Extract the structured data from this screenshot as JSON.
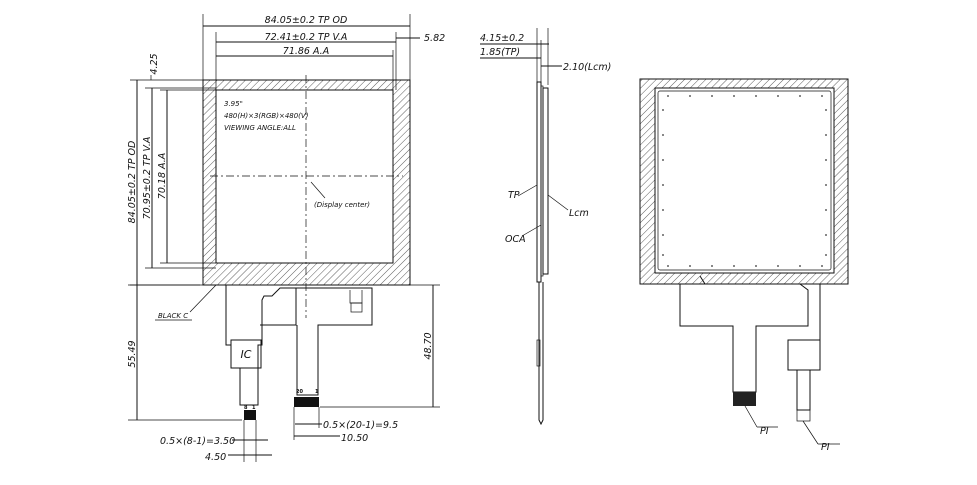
{
  "front_view": {
    "dim_width_od": "84.05±0.2 TP OD",
    "dim_width_va": "72.41±0.2 TP V.A",
    "dim_width_aa": "71.86 A.A",
    "dim_top_margin": "4.25",
    "dim_right_margin": "5.82",
    "dim_height_od": "84.05±0.2 TP OD",
    "dim_height_va": "70.95±0.2 TP V.A",
    "dim_height_aa": "70.18 A.A",
    "spec_size": "3.95\"",
    "spec_resolution": "480(H)×3(RGB)×480(V)",
    "spec_viewing": "VIEWING ANGLE:ALL",
    "display_center": "(Display center)",
    "black_label": "BLACK C",
    "ic_label": "IC",
    "dim_fpc_long": "55.49",
    "dim_fpc_short": "48.70",
    "pin_20": "20",
    "pin_1a": "1",
    "pin_8": "8",
    "pin_1b": "1",
    "dim_pitch_20": "0.5×(20-1)=9.5",
    "dim_width_20": "10.50",
    "dim_pitch_8": "0.5×(8-1)=3.50",
    "dim_width_8": "4.50"
  },
  "side_view": {
    "dim_total": "4.15±0.2",
    "dim_tp": "1.85(TP)",
    "dim_lcm": "2.10(Lcm)",
    "label_tp": "TP",
    "label_lcm": "Lcm",
    "label_oca": "OCA"
  },
  "back_view": {
    "label_pi_left": "PI",
    "label_pi_right": "PI"
  }
}
